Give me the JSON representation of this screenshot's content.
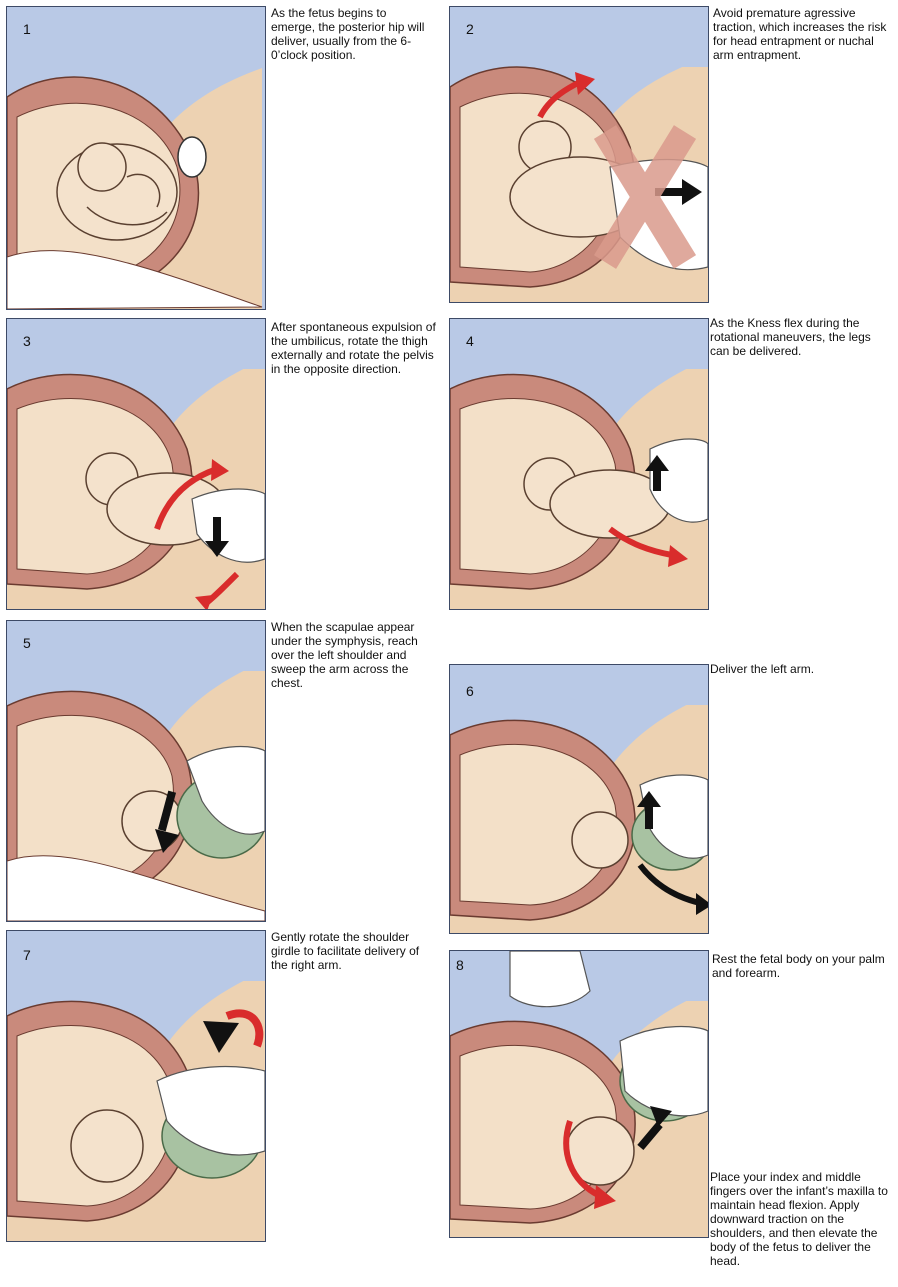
{
  "colors": {
    "panel_bg": "#b9c9e6",
    "body_tan": "#edd2b2",
    "uterus_wall": "#c98a7c",
    "fetus_skin": "#f4e2cc",
    "blanket_green": "#a8c2a2",
    "arrow_red": "#d92c2c",
    "arrow_black": "#111111",
    "cross_pink": "#d99a8c"
  },
  "panels": [
    {
      "number": "1",
      "caption": "As the fetus begins to emerge, the posterior hip will deliver, usually from the 6-0’clock position."
    },
    {
      "number": "2",
      "caption": "Avoid premature agressive traction, which increases the risk for head entrapment or nuchal arm entrapment."
    },
    {
      "number": "3",
      "caption": "After spontaneous expulsion of the umbilicus, rotate the thigh externally and rotate the pelvis in the opposite direction."
    },
    {
      "number": "4",
      "caption": "As the Kness flex during the rotational maneuvers, the legs can be delivered."
    },
    {
      "number": "5",
      "caption": "When the scapulae appear under the symphysis, reach over the left shoulder  and sweep the arm across the chest."
    },
    {
      "number": "6",
      "caption": "Deliver the left arm."
    },
    {
      "number": "7",
      "caption": "Gently rotate the shoulder girdle to facilitate delivery of the right arm."
    },
    {
      "number": "8",
      "caption": "Rest the fetal body on your palm and forearm.",
      "caption_extra": "Place your index and middle fingers over the infant’s maxilla to maintain head flexion. Apply downward traction on the shoulders, and then elevate the body of the fetus to deliver the head."
    }
  ]
}
